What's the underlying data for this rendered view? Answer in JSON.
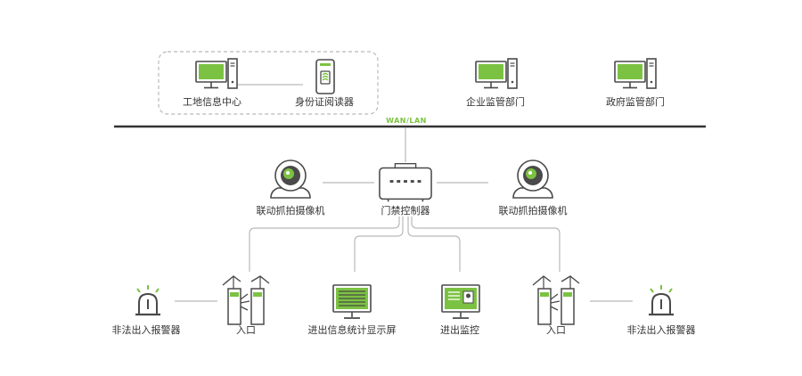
{
  "colors": {
    "accent": "#7cc242",
    "line": "#b9b9b9",
    "bus": "#333333",
    "icon": "#4a4a4a"
  },
  "top": {
    "site_center": "工地信息中心",
    "id_reader": "身份证阅读器",
    "enterprise": "企业监管部门",
    "government": "政府监管部门"
  },
  "bus": {
    "label": "WAN/LAN"
  },
  "middle": {
    "camera_left": "联动抓拍摄像机",
    "controller": "门禁控制器",
    "camera_right": "联动抓拍摄像机"
  },
  "bottom": {
    "alarm_left": "非法出入报警器",
    "entry_left": "入口",
    "stats_display": "进出信息统计显示屏",
    "monitor": "进出监控",
    "entry_right": "入口",
    "alarm_right": "非法出入报警器"
  },
  "icons": {
    "site_center": "desktop-computer-icon",
    "id_reader": "id-card-reader-icon",
    "enterprise": "desktop-computer-icon",
    "government": "desktop-computer-icon",
    "camera": "dome-camera-icon",
    "controller": "access-controller-icon",
    "alarm": "alarm-beacon-icon",
    "turnstile": "turnstile-gate-icon",
    "stats_display": "stats-monitor-icon",
    "monitor": "surveillance-monitor-icon"
  }
}
